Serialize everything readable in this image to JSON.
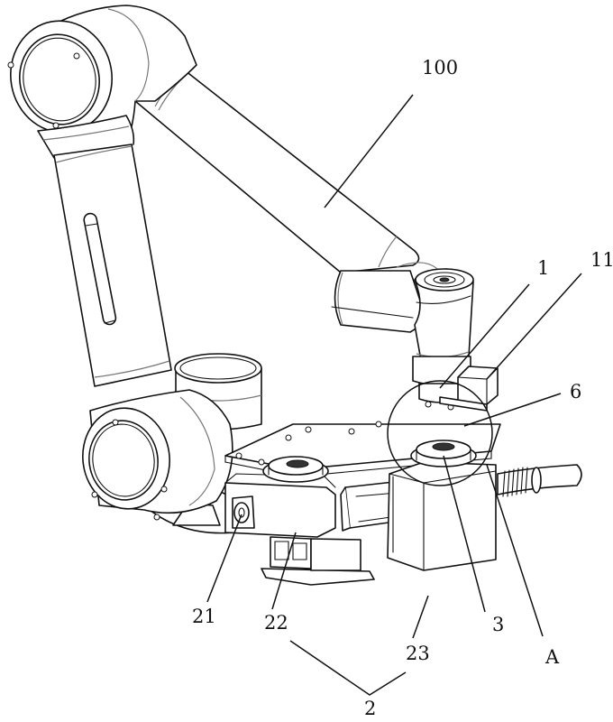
{
  "figure": {
    "type": "patent line drawing",
    "subject": "collaborative robot arm with workpiece fixture stations",
    "colors": {
      "ink": "#111111",
      "background": "#ffffff",
      "secondary_line": "#777777"
    }
  },
  "labels": {
    "robot_arm": "100",
    "end_tool": "1",
    "sensor_box": "11",
    "detail_circle": "6",
    "station_group": "2",
    "station_left": "21",
    "station_middle": "22",
    "station_right": "23",
    "fixture": "3",
    "detail_view": "A"
  }
}
